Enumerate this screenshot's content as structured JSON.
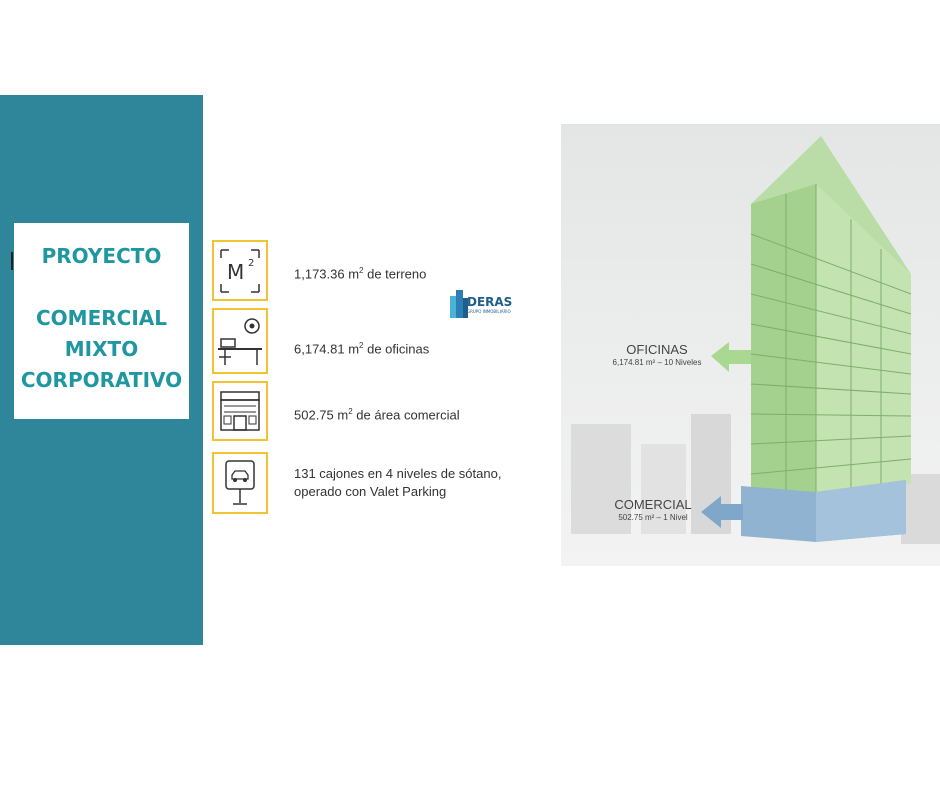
{
  "title_card": {
    "line1": "PROYECTO",
    "line2": "COMERCIAL",
    "line3": "MIXTO",
    "line4": "CORPORATIVO"
  },
  "features": [
    {
      "icon": "m2-area-icon",
      "value": "1,173.36 m",
      "sup": "2",
      "suffix": " de terreno"
    },
    {
      "icon": "office-desk-icon",
      "value": "6,174.81 m",
      "sup": "2",
      "suffix": " de oficinas"
    },
    {
      "icon": "storefront-icon",
      "value": "502.75 m",
      "sup": "2",
      "suffix": " de área comercial"
    },
    {
      "icon": "parking-sign-icon",
      "line1": "131 cajones en 4 niveles de sótano,",
      "line2": "operado con Valet Parking"
    }
  ],
  "m2_icon_text": "M",
  "m2_icon_sup": "2",
  "logo": {
    "name": "DERAS",
    "tagline": "GRUPO INMOBILIARIO"
  },
  "rendering": {
    "oficinas_label": "OFICINAS",
    "oficinas_detail": "6,174.81 m² – 10 Niveles",
    "comercial_label": "COMERCIAL",
    "comercial_detail": "502.75 m² – 1 Nivel"
  },
  "colors": {
    "panel": "#2f8599",
    "title": "#1f97a0",
    "icon_border": "#f1c232",
    "offices": "#9fd18a",
    "commercial": "#7fa7c9"
  }
}
